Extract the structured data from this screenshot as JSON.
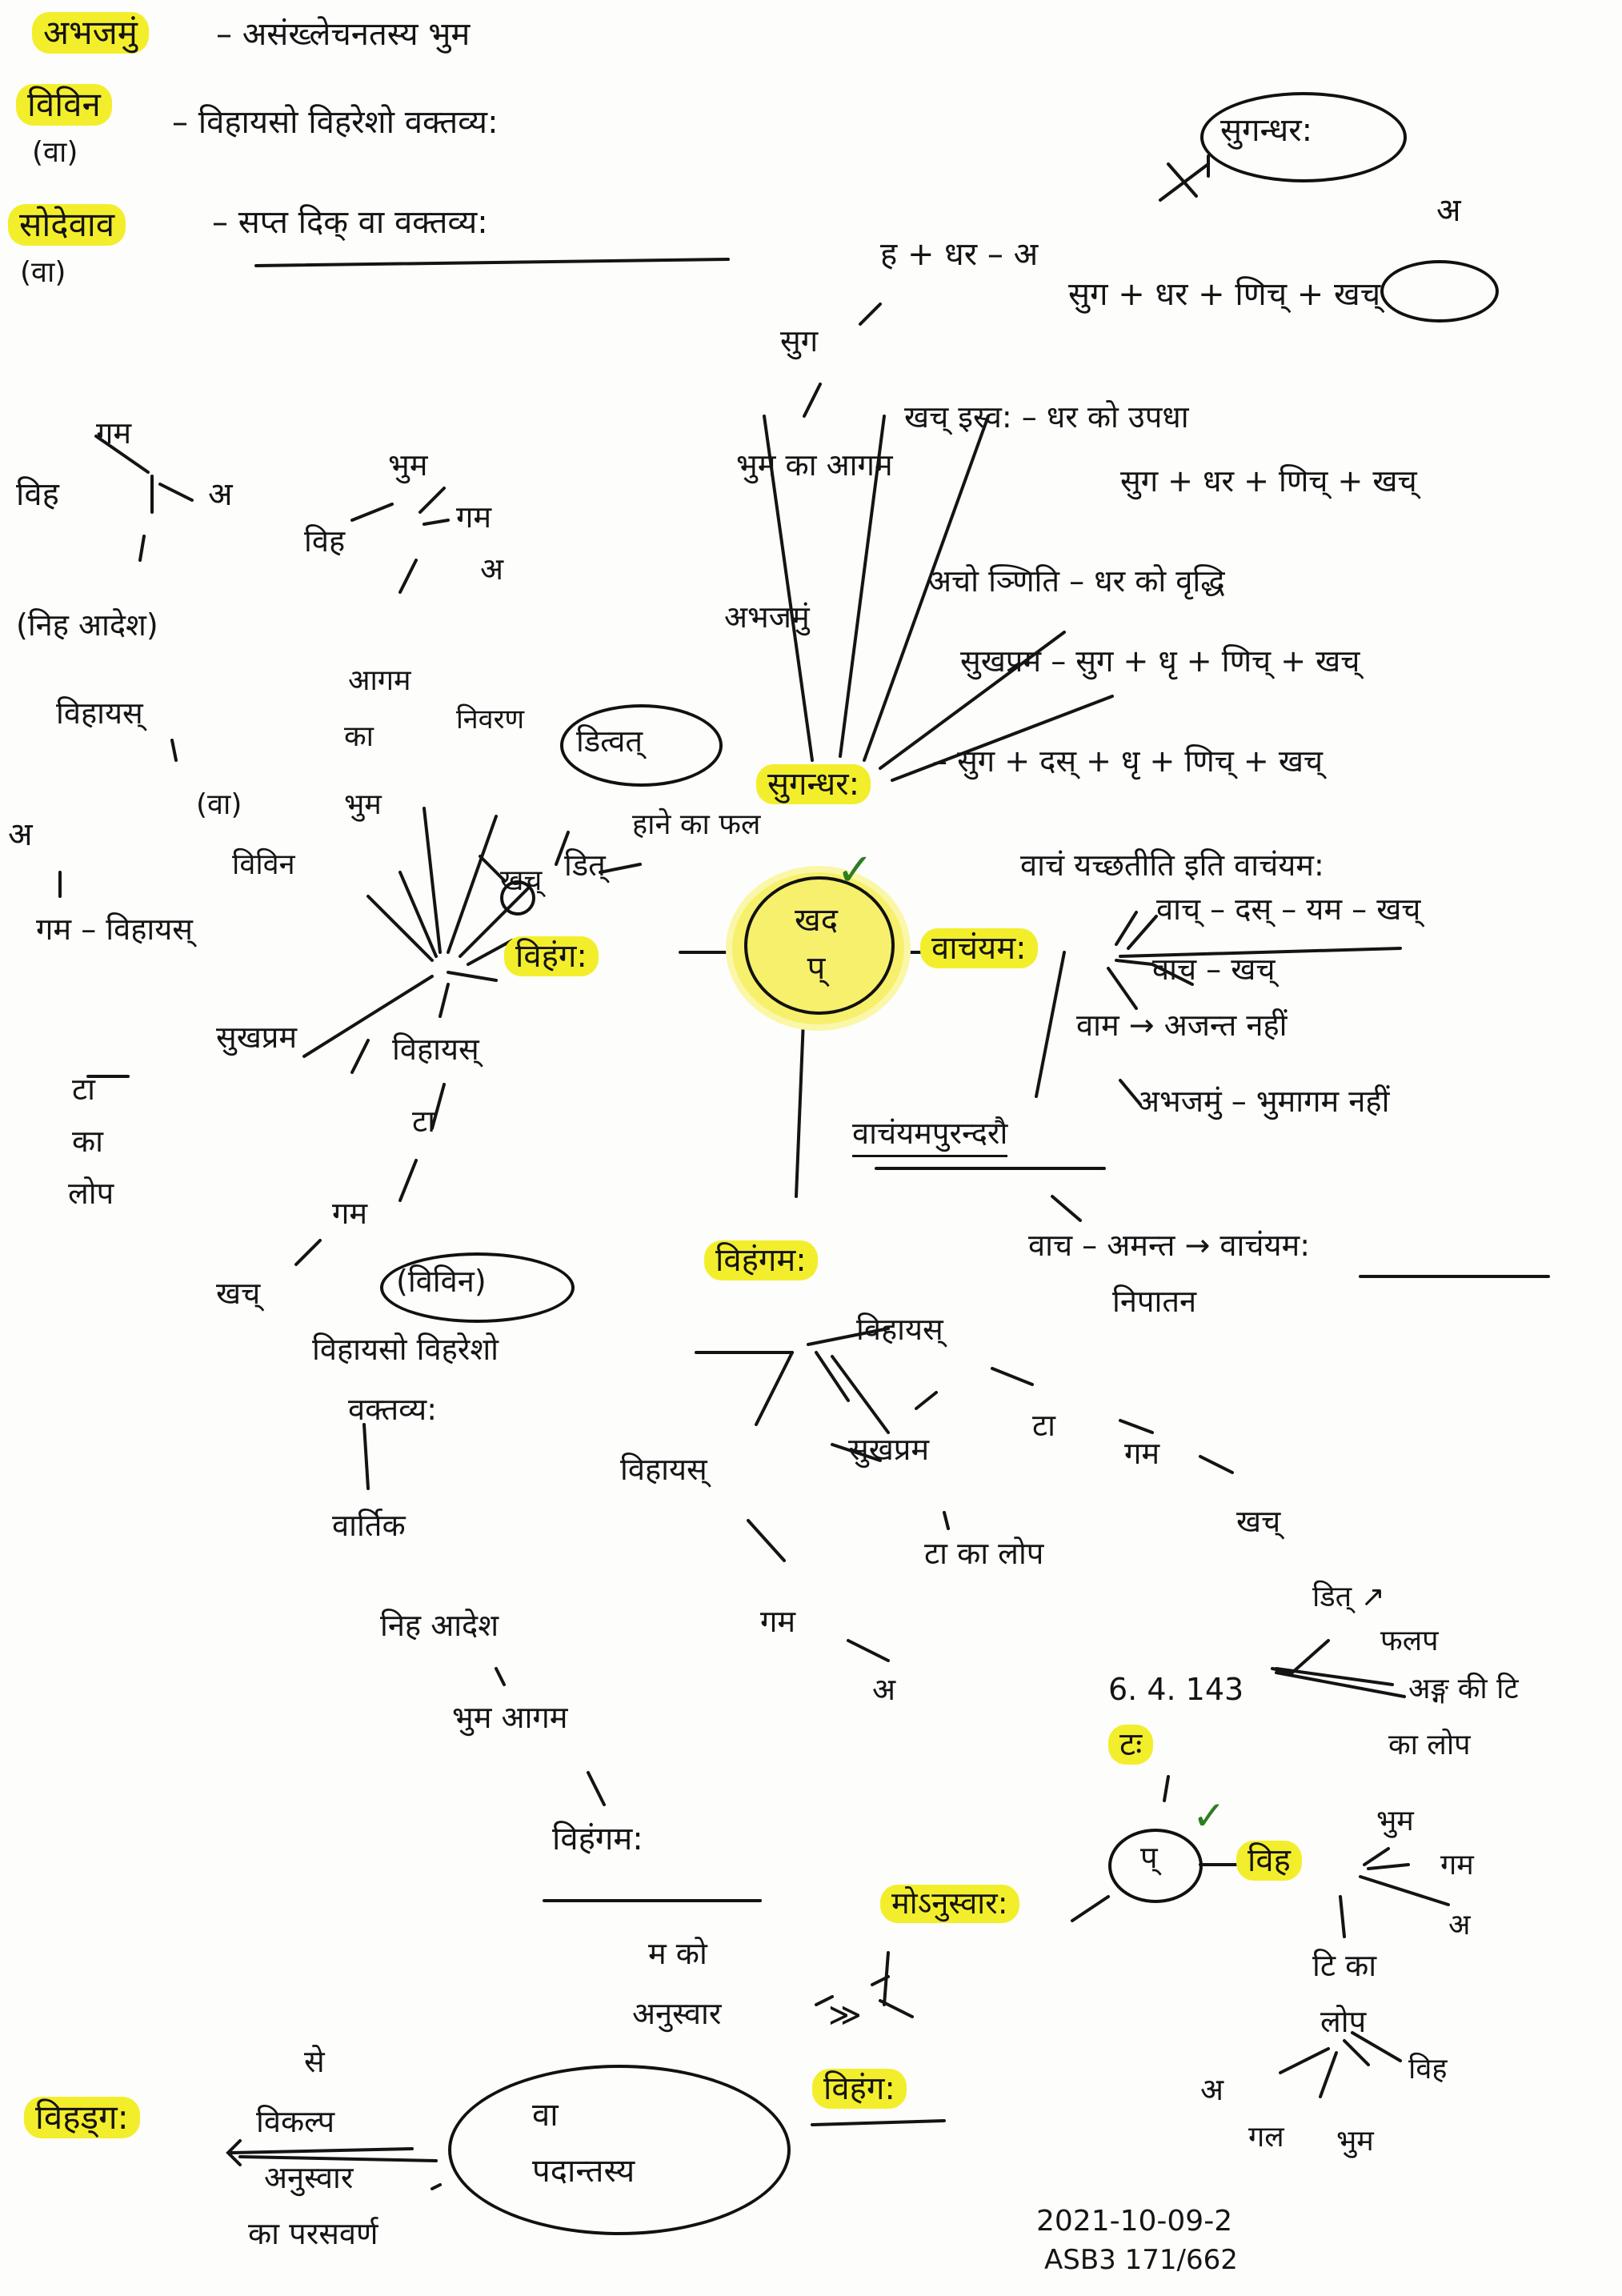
{
  "colors": {
    "ink": "#141414",
    "highlight": "#f3ee2b",
    "tick": "#2e7d22",
    "paper": "#fdfdfc"
  },
  "defs": {
    "l1": "अभजमुं",
    "l1_def": "– असंख्लेचनतस्य भुम",
    "l2": "विविन",
    "l2_sub": "(वा)",
    "l2_def": "– विहायसो विहरेशो वक्तव्य:",
    "l3": "सोदेवाव",
    "l3_sub": "(वा)",
    "l3_def": "– सप्त दिक् वा वक्तव्य:"
  },
  "center": {
    "hub_word": "खद",
    "hub_mark": "प्",
    "hub_tick": "✓",
    "k_tick": "✓"
  },
  "labels": {
    "sugandhar_top": "सुगन्धर:",
    "a_top": "अ",
    "r1": "ह + धर – अ",
    "sug": "सुग",
    "r2": "सुग + धर + णिच् + खच्",
    "r3": "भुम का आगम",
    "r4a": "खच् इस्व: – धर को उपधा",
    "r4b": "सुग + धर + णिच् + खच्",
    "r5": "अभजमुं",
    "r6": "अचो ञ्णिति – धर को वृद्धि",
    "r7": "सुखप्रम – सुग + धृ + णिच् + खच्",
    "r8_label": "सुगन्धर:",
    "r8": "– सुग + दस् + धृ + णिच् + खच्",
    "v_label": "वाचंयम:",
    "v1": "वाचं यच्छतीति इति वाचंयम:",
    "v1b": "वाच् – दस् – यम – खच्",
    "v2": "वाच – खच्",
    "v3": "वाम → अजन्त नहीं",
    "v4": "अभजमुं – भुमागम नहीं",
    "v5": "वाचंयमपुरन्दरौ",
    "v6": "वाच – अमन्त → वाचंयम:",
    "v7": "निपातन",
    "vih_label": "विहंग:",
    "k1": "हाने का फल",
    "k2": "डित्",
    "k3": "डित्वत्",
    "k4": "खच्",
    "k5": "आगम",
    "k6": "का",
    "k7": "भुम",
    "k8": "निवरण",
    "l_gam": "गम",
    "l_vih": "विह",
    "l_a": "अ",
    "l_nih": "(निह आदेश)",
    "l_vihayas": "विहायस्",
    "l_va": "(वा)",
    "l_vivin": "विविन",
    "l_a2": "अ",
    "l_gam2": "गम – विहायस्",
    "l_sug": "सुखप्रम",
    "l_t": "टा",
    "l_ka": "का",
    "l_lop": "लोप",
    "m_bhum": "भुम",
    "m_vih": "विह",
    "m_gam": "गम",
    "m_a": "अ",
    "vihayas_mid": "विहायस्",
    "ta_mid": "टा",
    "gam_mid": "गम",
    "khach_mid": "खच्",
    "vivin2": "(विविन)",
    "vv": "विहायसो विहरेशो",
    "vv2": "वक्तव्य:",
    "vartik": "वार्तिक",
    "nih2": "निह आदेश",
    "bhum_agam": "भुम आगम",
    "vihangam_bottom": "विहंगम:",
    "vg_label": "विहंगम:",
    "vg1": "विहायस्",
    "vg2": "सुखप्रम",
    "vg3": "टा",
    "vg4": "गम",
    "vg5": "खच्",
    "vg6": "विहायस्",
    "vg7": "टा का लोप",
    "vg8": "गम",
    "vg9": "अ",
    "ref": "6. 4. 143",
    "d1": "डित् ↗",
    "d2": "फलप",
    "d3": "अङ्ग की टि",
    "d4": "का लोप",
    "ta_hl": "टः",
    "p_mark": "प्",
    "vih_hl": "विह",
    "bb_bhum": "भुम",
    "bb_gam": "गम",
    "bb_a": "अ",
    "t_ka": "टि का",
    "lop2": "लोप",
    "bb_vih": "विह",
    "bb_a2": "अ",
    "bb_gl": "गल",
    "bb_bhum2": "भुम",
    "mohi_label": "मोऽनुस्वार:",
    "m_ko": "म को",
    "anusvar": "अनुस्वार",
    "arrow_gt": "≫",
    "vihang2": "विहंग:",
    "se": "से",
    "vikalpa": "विकल्प",
    "va": "वा",
    "pad": "पदान्तस्य",
    "vihadgah": "विहड्ग:",
    "anus2": "अनुस्वार",
    "kapar": "का परसवर्ण",
    "date": "2021-10-09-2",
    "code": "ASB3   171/662"
  }
}
